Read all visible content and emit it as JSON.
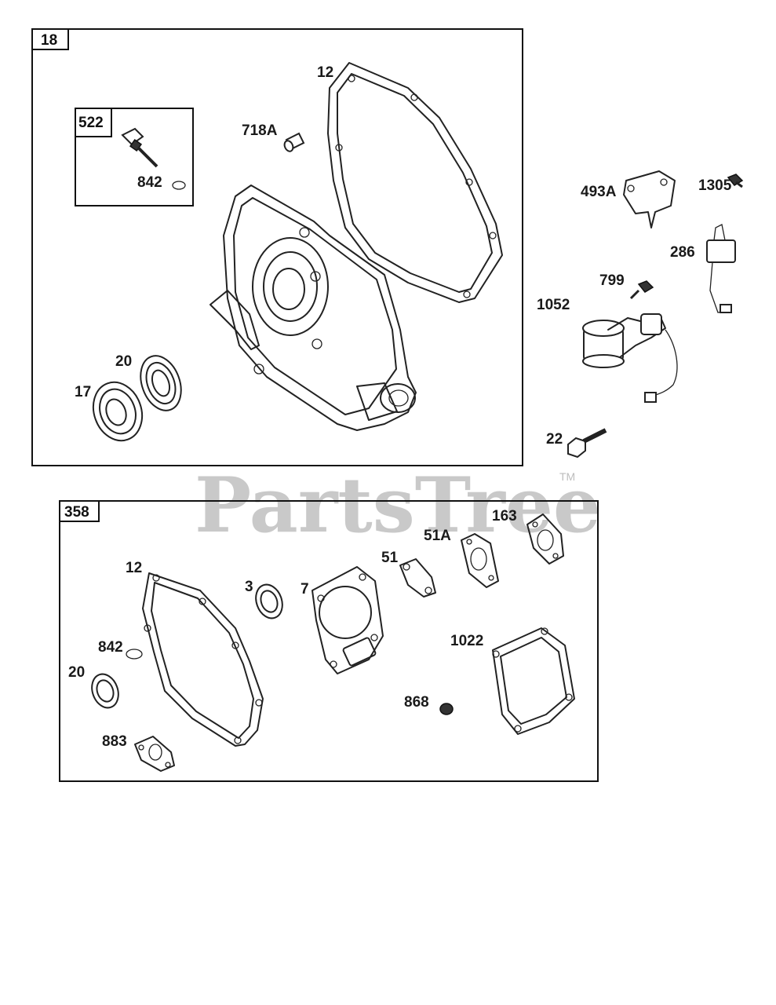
{
  "watermark": {
    "text": "PartsTree",
    "trademark": "TM"
  },
  "groups": [
    {
      "id": "18",
      "label": "18"
    },
    {
      "id": "522",
      "label": "522"
    },
    {
      "id": "358",
      "label": "358"
    }
  ],
  "callouts": {
    "g18_12": "12",
    "g18_718A": "718A",
    "g18_842": "842",
    "g18_20": "20",
    "g18_17": "17",
    "p493A": "493A",
    "p1305": "1305",
    "p286": "286",
    "p799": "799",
    "p1052": "1052",
    "p22": "22",
    "g358_163": "163",
    "g358_51A": "51A",
    "g358_51": "51",
    "g358_12": "12",
    "g358_3": "3",
    "g358_7": "7",
    "g358_842": "842",
    "g358_20": "20",
    "g358_1022": "1022",
    "g358_868": "868",
    "g358_883": "883"
  }
}
